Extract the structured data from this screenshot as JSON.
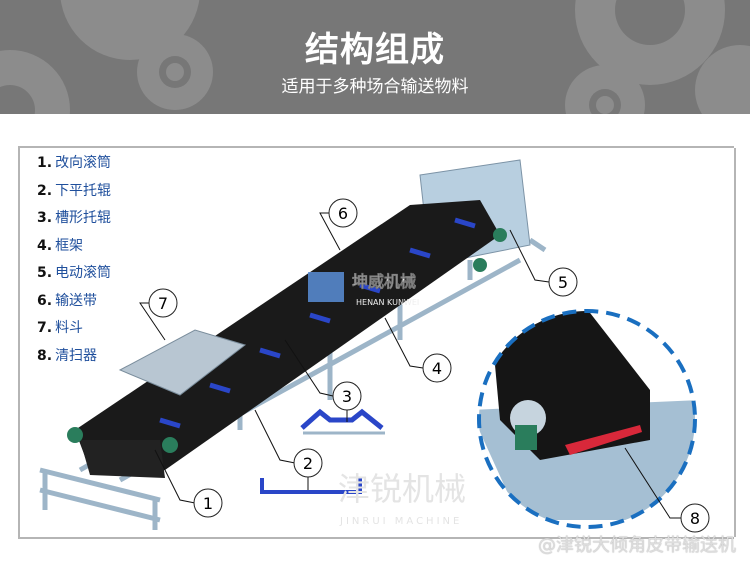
{
  "header": {
    "title": "结构组成",
    "subtitle": "适用于多种场合输送物料"
  },
  "legend": [
    {
      "num": "1.",
      "label": "改向滚筒"
    },
    {
      "num": "2.",
      "label": "下平托辊"
    },
    {
      "num": "3.",
      "label": "槽形托辊"
    },
    {
      "num": "4.",
      "label": "框架"
    },
    {
      "num": "5.",
      "label": "电动滚筒"
    },
    {
      "num": "6.",
      "label": "输送带"
    },
    {
      "num": "7.",
      "label": "料斗"
    },
    {
      "num": "8.",
      "label": "清扫器"
    }
  ],
  "callouts": [
    "1",
    "2",
    "3",
    "4",
    "5",
    "6",
    "7",
    "8"
  ],
  "logo": {
    "name": "坤威机械",
    "sub": "HENAN KUNWEI"
  },
  "watermark": {
    "name": "津锐机械",
    "sub": "JINRUI MACHINE",
    "credit": "@津锐大倾角皮带输送机"
  },
  "colors": {
    "header": "#777777",
    "legend_text": "#1f4f9c",
    "belt": "#1a1a1a",
    "idler": "#2a46c8",
    "frame": "#a9c4da",
    "scraper": "#d8283a",
    "zoom_ring": "#1a6fc0"
  }
}
